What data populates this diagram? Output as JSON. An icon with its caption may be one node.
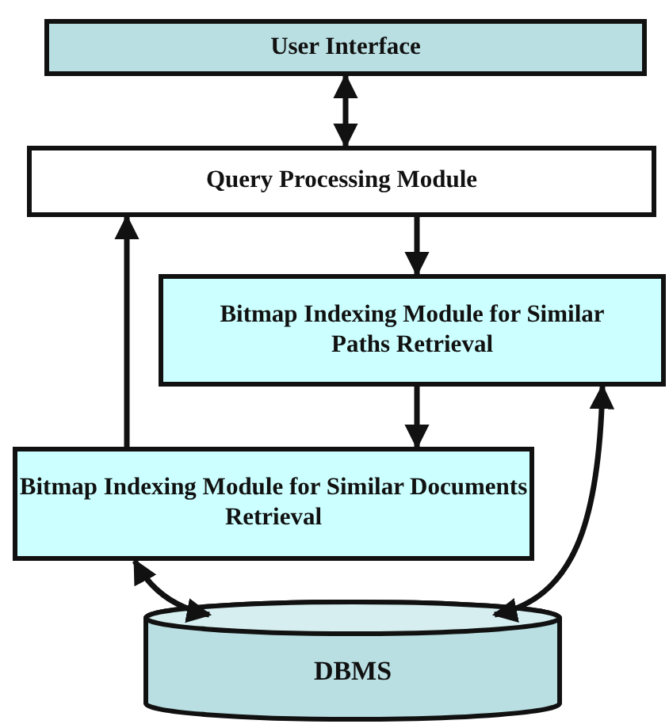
{
  "diagram": {
    "nodes": [
      {
        "text": [
          "User Interface"
        ]
      },
      {
        "text": [
          "Query Processing Module"
        ]
      },
      {
        "text": [
          "Bitmap Indexing Module for Similar Paths Retrieval"
        ]
      },
      {
        "text": [
          "Bitmap Indexing Module for Similar Documents Retrieval"
        ]
      },
      {
        "text": [
          "DBMS"
        ]
      }
    ],
    "edges": [
      {
        "from": 0,
        "to": 1,
        "arrow": "both"
      },
      {
        "from": 1,
        "to": 2,
        "arrow": "to"
      },
      {
        "from": 3,
        "to": 1,
        "arrow": "to"
      },
      {
        "from": 2,
        "to": 3,
        "arrow": "to"
      },
      {
        "from": 3,
        "to": 4,
        "arrow": "both"
      },
      {
        "from": 2,
        "to": 4,
        "arrow": "both"
      }
    ]
  }
}
